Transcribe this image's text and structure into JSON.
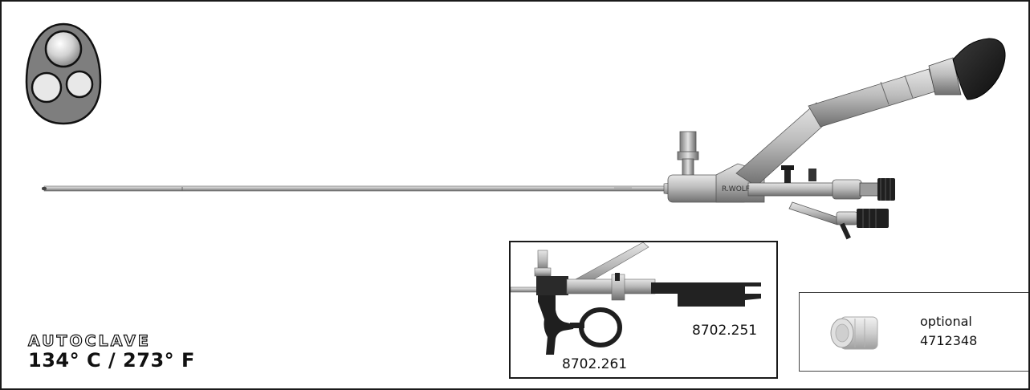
{
  "autoclave": {
    "title": "AUTOCLAVE",
    "temperature": "134° C / 273° F"
  },
  "inset": {
    "label_a": "8702.251",
    "label_b": "8702.261"
  },
  "optional_box": {
    "label": "optional",
    "code": "4712348"
  },
  "scope_marking": "R.WOLF",
  "icons": {
    "channel_icon": "channel-cross-section-icon",
    "cap_icon": "sealing-cap-icon"
  },
  "colors": {
    "frame": "#1a1a1a",
    "metal": "#9a9a9a",
    "eyecup": "#1c1c1c"
  }
}
